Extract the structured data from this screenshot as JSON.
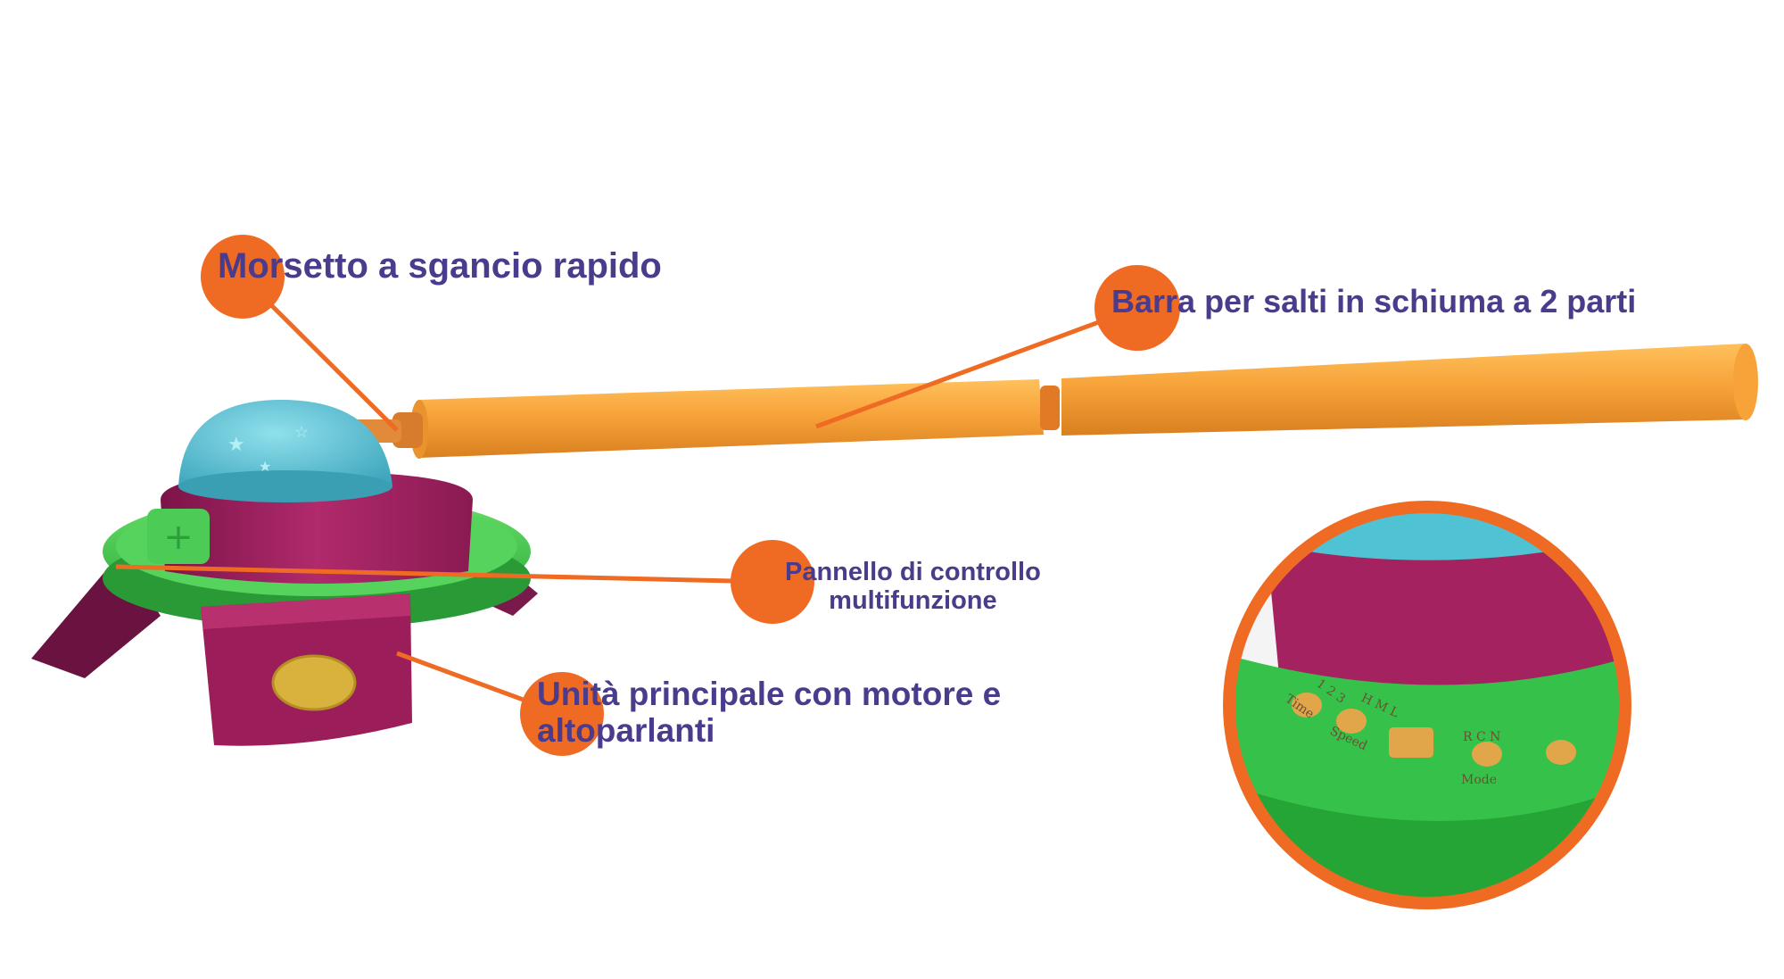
{
  "colors": {
    "callout_orange": "#ef6a22",
    "label_text": "#4a3b8c",
    "foam_bar": "#f7a33a",
    "base_green": "#3dcb4a",
    "body_magenta": "#a3205f",
    "dome_blue": "#5fc2d6",
    "button_tan": "#e2a64a"
  },
  "callouts": {
    "clamp": {
      "label": "Morsetto a sgancio rapido"
    },
    "bar": {
      "label": "Barra per salti in schiuma a 2 parti"
    },
    "panel": {
      "line1": "Pannello di controllo",
      "line2": "multifunzione"
    },
    "unit": {
      "line1": "Unità principale con motore e",
      "line2": "altoparlanti"
    }
  },
  "zoom_panel": {
    "time_label": "Time",
    "time_values": "1 2 3",
    "speed_label": "Speed",
    "speed_values": "H M L",
    "mode_label": "Mode",
    "mode_values": "R C N"
  }
}
